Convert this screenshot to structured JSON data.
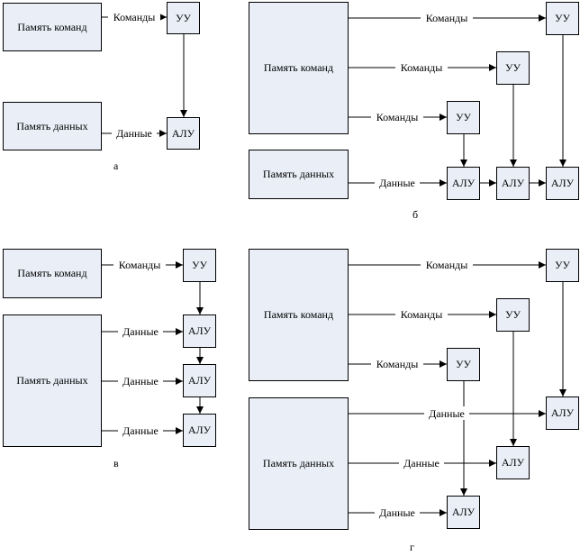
{
  "labels": {
    "program_memory": "Память команд",
    "data_memory": "Память данных",
    "control_unit": "УУ",
    "alu": "АЛУ",
    "commands": "Команды",
    "data": "Данные"
  },
  "captions": {
    "a": "а",
    "b": "б",
    "v": "в",
    "g": "г"
  }
}
